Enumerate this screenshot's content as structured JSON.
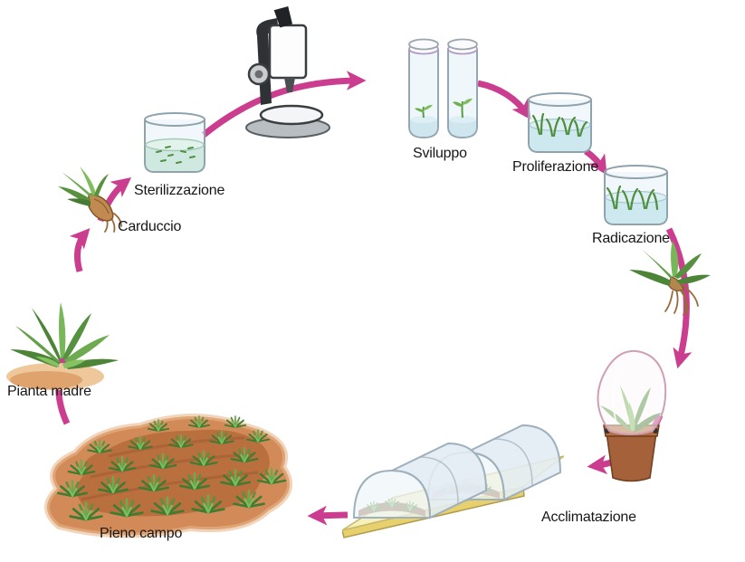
{
  "diagram": {
    "accent_color": "#cb3d8f",
    "stages": [
      {
        "id": "pianta-madre",
        "label": "Pianta madre"
      },
      {
        "id": "carduccio",
        "label": "Carduccio"
      },
      {
        "id": "sterilizzazione",
        "label": "Sterilizzazione"
      },
      {
        "id": "sviluppo",
        "label": "Sviluppo"
      },
      {
        "id": "proliferazione",
        "label": "Proliferazione"
      },
      {
        "id": "radicazione",
        "label": "Radicazione"
      },
      {
        "id": "acclimatazione",
        "label": "Acclimatazione"
      },
      {
        "id": "pieno-campo",
        "label": "Pieno campo"
      }
    ]
  }
}
